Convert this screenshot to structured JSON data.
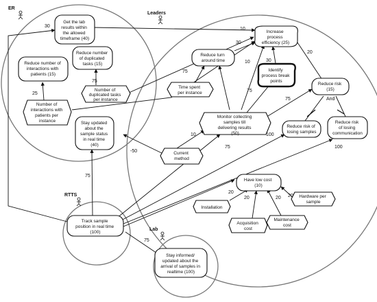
{
  "actors": {
    "er": "ER",
    "leaders": "Leaders",
    "rtts": "RTTS",
    "lab": "Lab"
  },
  "nodes": {
    "get_lab_results": [
      "Get the lab",
      "results within",
      "the allowed",
      "timeframe  (40)"
    ],
    "reduce_duplicated": [
      "Reduce number",
      "of duplicated",
      "tasks  (15)"
    ],
    "reduce_interactions": [
      "Reduce number of",
      "interactions with",
      "patients  (15)"
    ],
    "interactions_per_instance": [
      "Number of",
      "interactions with",
      "patients per",
      "instance"
    ],
    "duplicated_per_instance": [
      "Number of",
      "duplicated tasks",
      "per instance"
    ],
    "stay_updated_er": [
      "Stay updated",
      "about the",
      "sample status",
      "in real time",
      "(40)"
    ],
    "increase_efficiency": [
      "Increase",
      "process",
      "efficiency  (25)"
    ],
    "reduce_turnaround": [
      "Reduce turn",
      "around time"
    ],
    "time_spent": [
      "Time spent",
      "per instance"
    ],
    "identify_break": [
      "Identify",
      "process break",
      "points"
    ],
    "reduce_risk": [
      "Reduce risk",
      "(15)"
    ],
    "monitor_collecting": [
      "Monitor collecting",
      "samples till",
      "delivering results",
      "(50)"
    ],
    "current_method": [
      "Current",
      "method"
    ],
    "risk_losing_samples": [
      "Reduce risk of",
      "losing samples"
    ],
    "risk_losing_comm": [
      "Reduce risk",
      "of losing",
      "communication"
    ],
    "have_low_cost": [
      "Have low cost",
      "(10)"
    ],
    "installation": [
      "Installation"
    ],
    "acquisition": [
      "Acquisition",
      "cost"
    ],
    "maintenance": [
      "Maintenance",
      "cost"
    ],
    "hardware": [
      "Hardware per",
      "sample"
    ],
    "track_sample": [
      "Track sample",
      "position in real time",
      "(100)"
    ],
    "stay_informed": [
      "Stay informed/",
      "updated about the",
      "arrival of samples in",
      "realtime  (100)"
    ]
  },
  "weights": {
    "w_get_lab": "30",
    "w_inc_10": "10",
    "w_inc_30a": "30",
    "w_inc_30b": "30",
    "w_inc_10b": "10",
    "w_inc_20": "20",
    "w_inc_75": "75",
    "w_dup_75": "75",
    "w_int_25": "25",
    "w_turn_75": "75",
    "w_er_75": "75",
    "w_curr_neg50": "-50",
    "w_mon_10": "10",
    "w_mon_75": "75",
    "w_id_75": "75",
    "w_risk_100a": "100",
    "w_risk_100b": "100",
    "w_and": "And",
    "w_cost_20a": "20",
    "w_cost_20b": "20",
    "w_cost_20c": "20",
    "w_cost_20d": "20",
    "w_lab_75": "75"
  }
}
